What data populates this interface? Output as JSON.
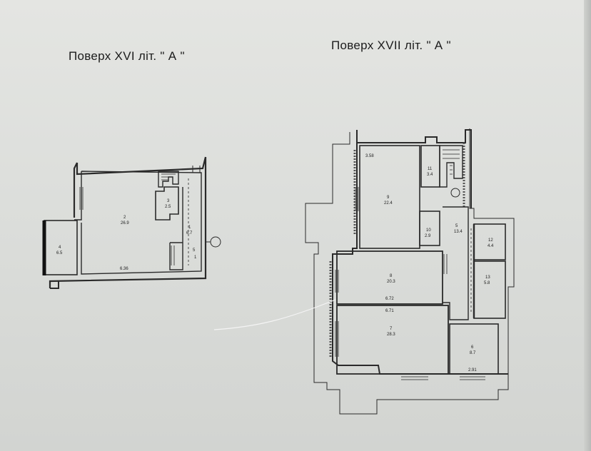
{
  "floor_16": {
    "title": "Поверх XVI літ. \" А \"",
    "rooms": [
      {
        "num": "2",
        "area": "26.9"
      },
      {
        "num": "3",
        "area": "2.5"
      },
      {
        "num": "1",
        "area": "6.7"
      },
      {
        "num": "4",
        "area": "6.5"
      },
      {
        "num": "5",
        "area": "1"
      }
    ],
    "dimension": "6.36"
  },
  "floor_17": {
    "title": "Поверх XVII літ. \" А \"",
    "rooms": [
      {
        "num": "9",
        "area": "22.4"
      },
      {
        "num": "11",
        "area": "3.4"
      },
      {
        "num": "10",
        "area": "2.9"
      },
      {
        "num": "5",
        "area": "13.4"
      },
      {
        "num": "12",
        "area": "4.4"
      },
      {
        "num": "13",
        "area": "5.8"
      },
      {
        "num": "8",
        "area": "20.3"
      },
      {
        "num": "7",
        "area": "28.3"
      },
      {
        "num": "6",
        "area": "8.7"
      }
    ],
    "dimensions": [
      "3.58",
      "6.72",
      "6.71",
      "2.91"
    ]
  }
}
